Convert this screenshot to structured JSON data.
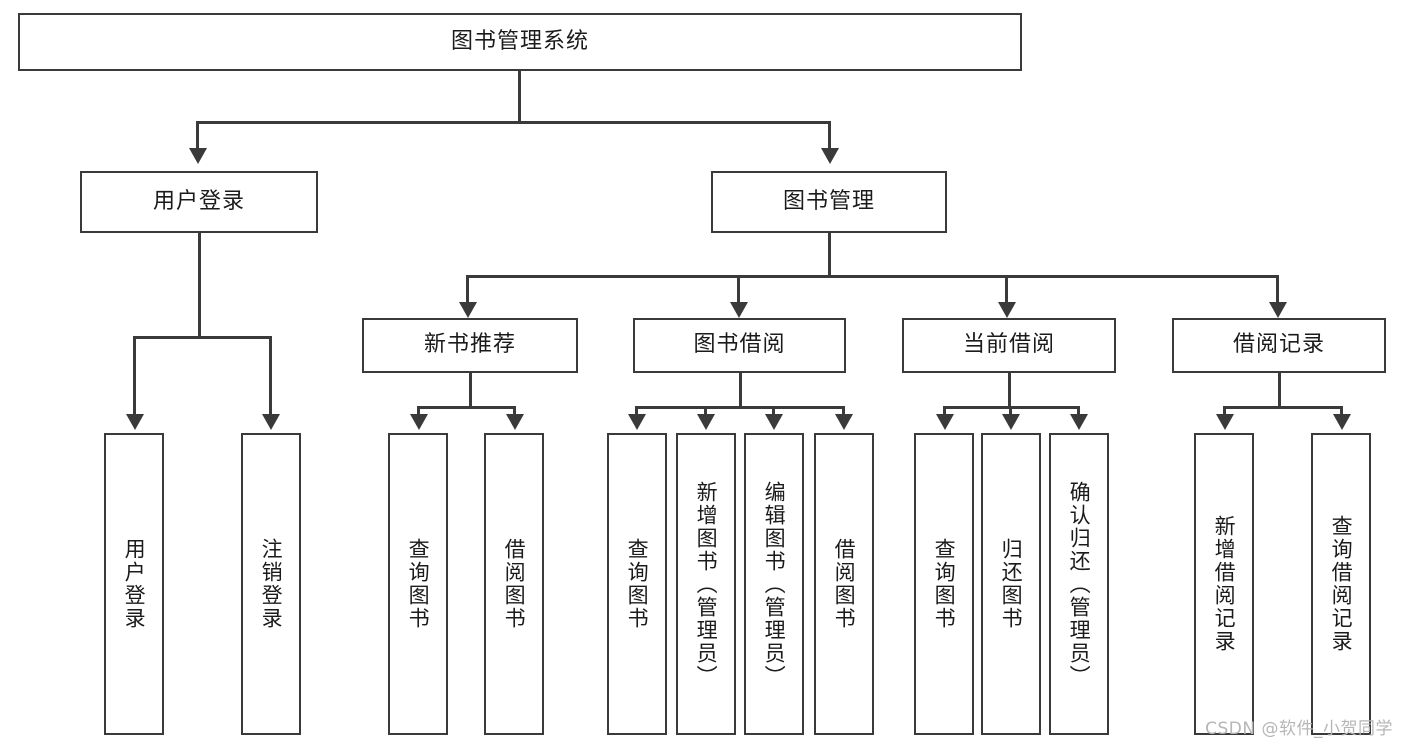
{
  "diagram": {
    "type": "hierarchy-tree",
    "title": "图书管理系统",
    "root": {
      "label": "图书管理系统"
    },
    "level2": [
      {
        "label": "用户登录"
      },
      {
        "label": "图书管理"
      }
    ],
    "level3": [
      {
        "label": "新书推荐"
      },
      {
        "label": "图书借阅"
      },
      {
        "label": "当前借阅"
      },
      {
        "label": "借阅记录"
      }
    ],
    "leaves": {
      "user_login": [
        {
          "label": "用户登录"
        },
        {
          "label": "注销登录"
        }
      ],
      "new_book": [
        {
          "label": "查询图书"
        },
        {
          "label": "借阅图书"
        }
      ],
      "book_borrow": [
        {
          "label": "查询图书"
        },
        {
          "label": "新增图书（管理员）"
        },
        {
          "label": "编辑图书（管理员）"
        },
        {
          "label": "借阅图书"
        }
      ],
      "current_borrow": [
        {
          "label": "查询图书"
        },
        {
          "label": "归还图书"
        },
        {
          "label": "确认归还（管理员）"
        }
      ],
      "borrow_record": [
        {
          "label": "新增借阅记录"
        },
        {
          "label": "查询借阅记录"
        }
      ]
    }
  },
  "watermark": {
    "text": "CSDN @软件_小贺同学"
  },
  "colors": {
    "stroke": "#3a3a3a",
    "fill": "#ffffff",
    "text": "#1b1b1b",
    "watermark": "#b6b6b6"
  }
}
